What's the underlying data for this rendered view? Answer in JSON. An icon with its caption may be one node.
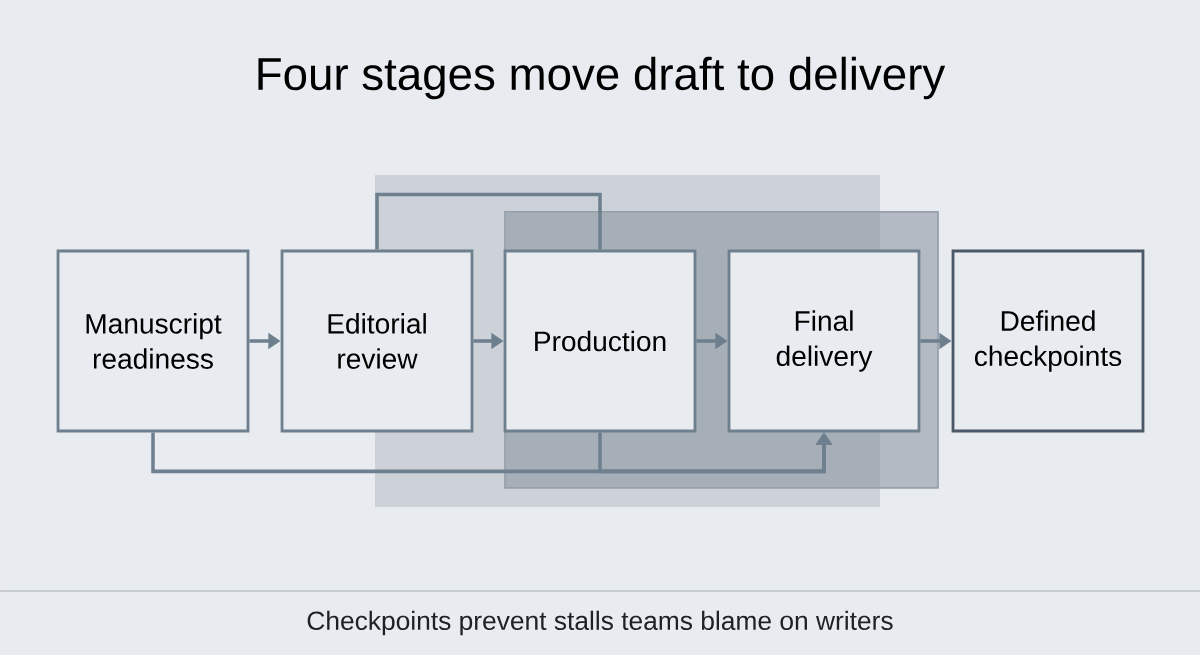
{
  "diagram": {
    "title": "Four stages move draft to delivery",
    "caption": "Checkpoints prevent stalls teams blame on writers",
    "nodes": [
      {
        "text": [
          "Manuscript readiness"
        ]
      },
      {
        "text": [
          "Editorial review"
        ]
      },
      {
        "text": [
          "Production"
        ]
      },
      {
        "text": [
          "Final delivery"
        ]
      },
      {
        "text": [
          "Defined checkpoints"
        ]
      }
    ],
    "edges": [
      {
        "from": 0,
        "to": 1,
        "arrow": "to"
      },
      {
        "from": 1,
        "to": 2,
        "arrow": "to"
      },
      {
        "from": 2,
        "to": 3,
        "arrow": "to"
      },
      {
        "from": 3,
        "to": 4,
        "arrow": "to"
      },
      {
        "from": 0,
        "to": 3,
        "arrow": "to"
      },
      {
        "from": 2,
        "to": 3,
        "arrow": "to"
      },
      {
        "from": 1,
        "to": 2,
        "arrow": "none"
      }
    ]
  }
}
